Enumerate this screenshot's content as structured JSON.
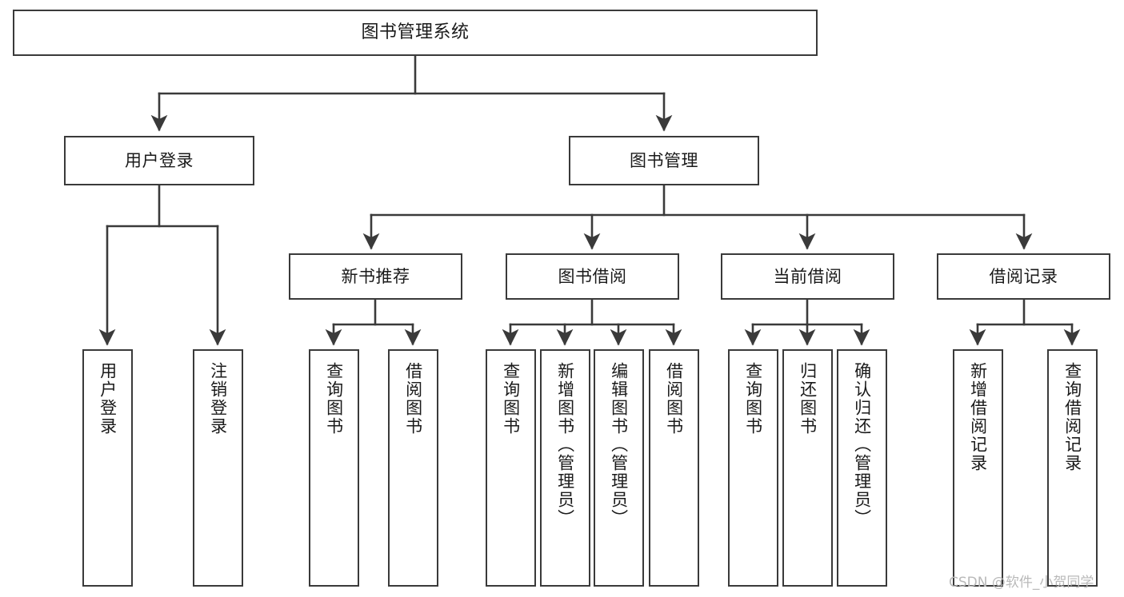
{
  "diagram": {
    "title": "图书管理系统",
    "watermark": "CSDN @软件_小贺同学",
    "stroke_color": "#3a3a3a",
    "text_color": "#1a1a1a",
    "background_color": "#ffffff",
    "watermark_color": "#b9b9b9"
  },
  "nodes": {
    "root": {
      "label": "图书管理系统"
    },
    "level2": [
      {
        "label": "用户登录"
      },
      {
        "label": "图书管理"
      }
    ],
    "level3": [
      {
        "label": "新书推荐"
      },
      {
        "label": "图书借阅"
      },
      {
        "label": "当前借阅"
      },
      {
        "label": "借阅记录"
      }
    ],
    "leaves_user_login": [
      {
        "label": "用户登录"
      },
      {
        "label": "注销登录"
      }
    ],
    "leaves_new_book": [
      {
        "label": "查询图书"
      },
      {
        "label": "借阅图书"
      }
    ],
    "leaves_borrow": [
      {
        "label": "查询图书"
      },
      {
        "label": "新增图书（管理员）"
      },
      {
        "label": "编辑图书（管理员）"
      },
      {
        "label": "借阅图书"
      }
    ],
    "leaves_current": [
      {
        "label": "查询图书"
      },
      {
        "label": "归还图书"
      },
      {
        "label": "确认归还（管理员）"
      }
    ],
    "leaves_records": [
      {
        "label": "新增借阅记录"
      },
      {
        "label": "查询借阅记录"
      }
    ]
  }
}
